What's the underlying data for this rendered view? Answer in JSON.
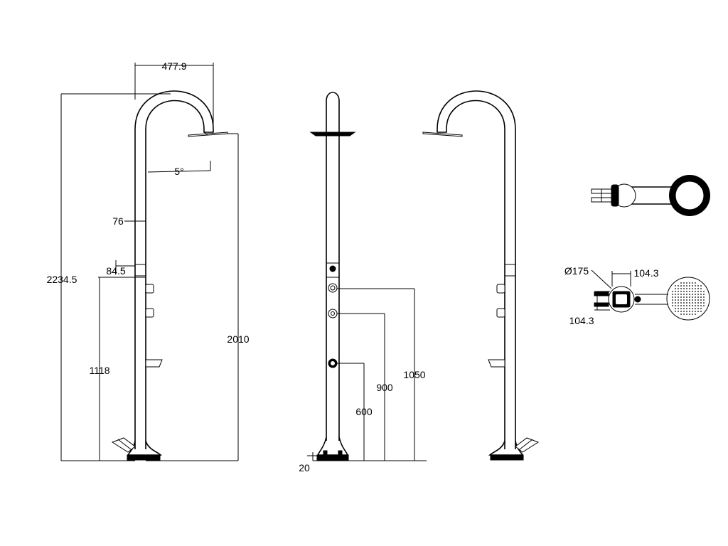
{
  "dimensions": {
    "arm_reach": "477.9",
    "tilt": "5°",
    "tube_diameter": "76",
    "total_height": "2234.5",
    "offset": "84.5",
    "valve_height": "1118",
    "head_height": "2010",
    "base_thickness": "20",
    "foot_tap_height": "600",
    "lower_tap_height": "900",
    "upper_tap_height": "1050",
    "head_diameter": "Ø175",
    "base_width": "104.3",
    "base_depth": "104.3"
  }
}
